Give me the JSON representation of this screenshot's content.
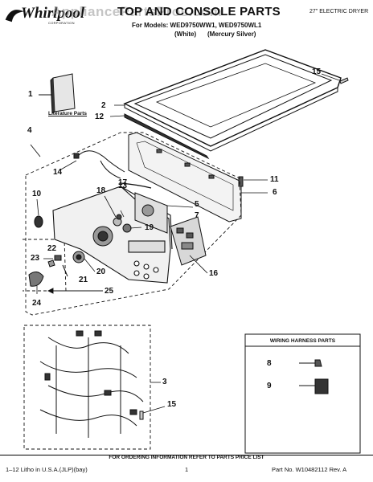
{
  "header": {
    "brand": "Whirlpool",
    "brand_sub": "CORPORATION",
    "title": "TOP AND CONSOLE PARTS",
    "subtitle": "27\" ELECTRIC DRYER",
    "models": "For Models: WED9750WW1, WED9750WL1",
    "color_white": "(White)",
    "color_silver": "(Mercury Silver)",
    "watermark": "AppliancePartsPros.com"
  },
  "literature_label": "Literature Parts",
  "callouts": [
    "1",
    "2",
    "12",
    "15",
    "4",
    "14",
    "11",
    "6",
    "10",
    "18",
    "13",
    "17",
    "5",
    "7",
    "19",
    "22",
    "23",
    "20",
    "21",
    "24",
    "25",
    "16",
    "3",
    "15",
    "8",
    "9"
  ],
  "wiring_harness_title": "WIRING HARNESS PARTS",
  "footer": {
    "order_note": "FOR ORDERING INFORMATION REFER TO PARTS PRICE LIST",
    "litho": "1–12 Litho in U.S.A.(JLP)(bay)",
    "page_number": "1",
    "part_no": "Part No. W10482112 Rev. A"
  },
  "colors": {
    "line": "#111111",
    "shade": "#bdbdbd",
    "watermark": "#969696"
  }
}
